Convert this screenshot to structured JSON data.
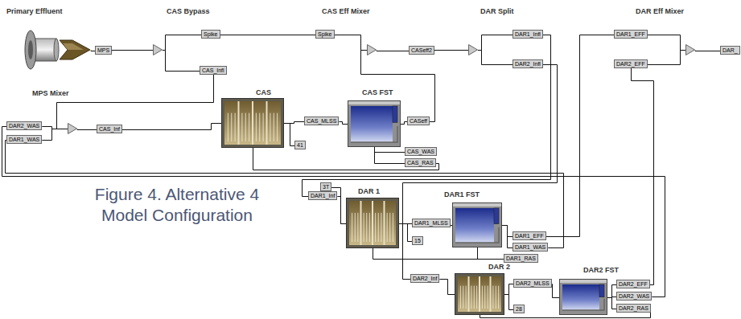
{
  "diagram": {
    "caption": "Figure 4. Alternative 4 Model Configuration",
    "nodes": [
      {
        "text": [
          "Primary Effluent"
        ]
      },
      {
        "text": [
          "MPS"
        ]
      },
      {
        "text": [
          "CAS Bypass"
        ]
      },
      {
        "text": [
          "Spike"
        ]
      },
      {
        "text": [
          "CAS_Infl"
        ]
      },
      {
        "text": [
          "Spike"
        ]
      },
      {
        "text": [
          "CAS Eff Mixer"
        ]
      },
      {
        "text": [
          "CASeff2"
        ]
      },
      {
        "text": [
          "DAR Split"
        ]
      },
      {
        "text": [
          "DAR1_Infl"
        ]
      },
      {
        "text": [
          "DAR2_Infl"
        ]
      },
      {
        "text": [
          "DAR1_EFF"
        ]
      },
      {
        "text": [
          "DAR2_EFF"
        ]
      },
      {
        "text": [
          "DAR Eff Mixer"
        ]
      },
      {
        "text": [
          "DAR_"
        ]
      },
      {
        "text": [
          "MPS Mixer"
        ]
      },
      {
        "text": [
          "DAR2_WAS"
        ]
      },
      {
        "text": [
          "DAR1_WAS"
        ]
      },
      {
        "text": [
          "CAS_Inf"
        ]
      },
      {
        "text": [
          "CAS"
        ]
      },
      {
        "text": [
          "CAS_MLSS"
        ]
      },
      {
        "text": [
          "41"
        ]
      },
      {
        "text": [
          "CAS FST"
        ]
      },
      {
        "text": [
          "CASeff"
        ]
      },
      {
        "text": [
          "CAS_WAS"
        ]
      },
      {
        "text": [
          "CAS_RAS"
        ]
      },
      {
        "text": [
          "DAR 1"
        ]
      },
      {
        "text": [
          "3T"
        ]
      },
      {
        "text": [
          "DAR1_Inf"
        ]
      },
      {
        "text": [
          "DAR1_MLSS"
        ]
      },
      {
        "text": [
          "15"
        ]
      },
      {
        "text": [
          "DAR1 FST"
        ]
      },
      {
        "text": [
          "DAR1_EFF"
        ]
      },
      {
        "text": [
          "DAR1_WAS"
        ]
      },
      {
        "text": [
          "DAR1_RAS"
        ]
      },
      {
        "text": [
          "DAR 2"
        ]
      },
      {
        "text": [
          "DAR2_Inf"
        ]
      },
      {
        "text": [
          "DAR2_MLSS"
        ]
      },
      {
        "text": [
          "28"
        ]
      },
      {
        "text": [
          "DAR2 FST"
        ]
      },
      {
        "text": [
          "DAR2_EFF"
        ]
      },
      {
        "text": [
          "DAR2_WAS"
        ]
      },
      {
        "text": [
          "DAR2_RAS"
        ]
      }
    ],
    "edges": [
      {
        "from": 0,
        "to": 1,
        "arrow": "none"
      },
      {
        "from": 1,
        "to": 2,
        "arrow": "none"
      },
      {
        "from": 2,
        "to": 3,
        "arrow": "none"
      },
      {
        "from": 2,
        "to": 4,
        "arrow": "none"
      },
      {
        "from": 3,
        "to": 5,
        "arrow": "none"
      },
      {
        "from": 5,
        "to": 6,
        "arrow": "none"
      },
      {
        "from": 4,
        "to": 15,
        "arrow": "none"
      },
      {
        "from": 16,
        "to": 15,
        "arrow": "none"
      },
      {
        "from": 17,
        "to": 15,
        "arrow": "none"
      },
      {
        "from": 15,
        "to": 18,
        "arrow": "none"
      },
      {
        "from": 18,
        "to": 19,
        "arrow": "none"
      },
      {
        "from": 19,
        "to": 20,
        "arrow": "none"
      },
      {
        "from": 19,
        "to": 21,
        "arrow": "none"
      },
      {
        "from": 20,
        "to": 22,
        "arrow": "none"
      },
      {
        "from": 22,
        "to": 23,
        "arrow": "none"
      },
      {
        "from": 23,
        "to": 6,
        "arrow": "none"
      },
      {
        "from": 6,
        "to": 7,
        "arrow": "none"
      },
      {
        "from": 7,
        "to": 8,
        "arrow": "none"
      },
      {
        "from": 8,
        "to": 9,
        "arrow": "none"
      },
      {
        "from": 8,
        "to": 10,
        "arrow": "none"
      },
      {
        "from": 22,
        "to": 24,
        "arrow": "none"
      },
      {
        "from": 22,
        "to": 25,
        "arrow": "none"
      },
      {
        "from": 25,
        "to": 19,
        "arrow": "none"
      },
      {
        "from": 9,
        "to": 28,
        "arrow": "none"
      },
      {
        "from": 28,
        "to": 26,
        "arrow": "none"
      },
      {
        "from": 27,
        "to": 26,
        "arrow": "none"
      },
      {
        "from": 26,
        "to": 29,
        "arrow": "none"
      },
      {
        "from": 29,
        "to": 31,
        "arrow": "none"
      },
      {
        "from": 26,
        "to": 30,
        "arrow": "none"
      },
      {
        "from": 31,
        "to": 32,
        "arrow": "none"
      },
      {
        "from": 32,
        "to": 11,
        "arrow": "none"
      },
      {
        "from": 31,
        "to": 33,
        "arrow": "none"
      },
      {
        "from": 33,
        "to": 17,
        "arrow": "none"
      },
      {
        "from": 31,
        "to": 34,
        "arrow": "none"
      },
      {
        "from": 34,
        "to": 26,
        "arrow": "none"
      },
      {
        "from": 10,
        "to": 36,
        "arrow": "none"
      },
      {
        "from": 36,
        "to": 35,
        "arrow": "none"
      },
      {
        "from": 35,
        "to": 37,
        "arrow": "none"
      },
      {
        "from": 35,
        "to": 38,
        "arrow": "none"
      },
      {
        "from": 37,
        "to": 39,
        "arrow": "none"
      },
      {
        "from": 39,
        "to": 40,
        "arrow": "none"
      },
      {
        "from": 40,
        "to": 12,
        "arrow": "none"
      },
      {
        "from": 12,
        "to": 13,
        "arrow": "none"
      },
      {
        "from": 11,
        "to": 13,
        "arrow": "none"
      },
      {
        "from": 39,
        "to": 41,
        "arrow": "none"
      },
      {
        "from": 41,
        "to": 16,
        "arrow": "none"
      },
      {
        "from": 39,
        "to": 42,
        "arrow": "none"
      },
      {
        "from": 42,
        "to": 35,
        "arrow": "none"
      },
      {
        "from": 13,
        "to": 14,
        "arrow": "none"
      }
    ]
  }
}
